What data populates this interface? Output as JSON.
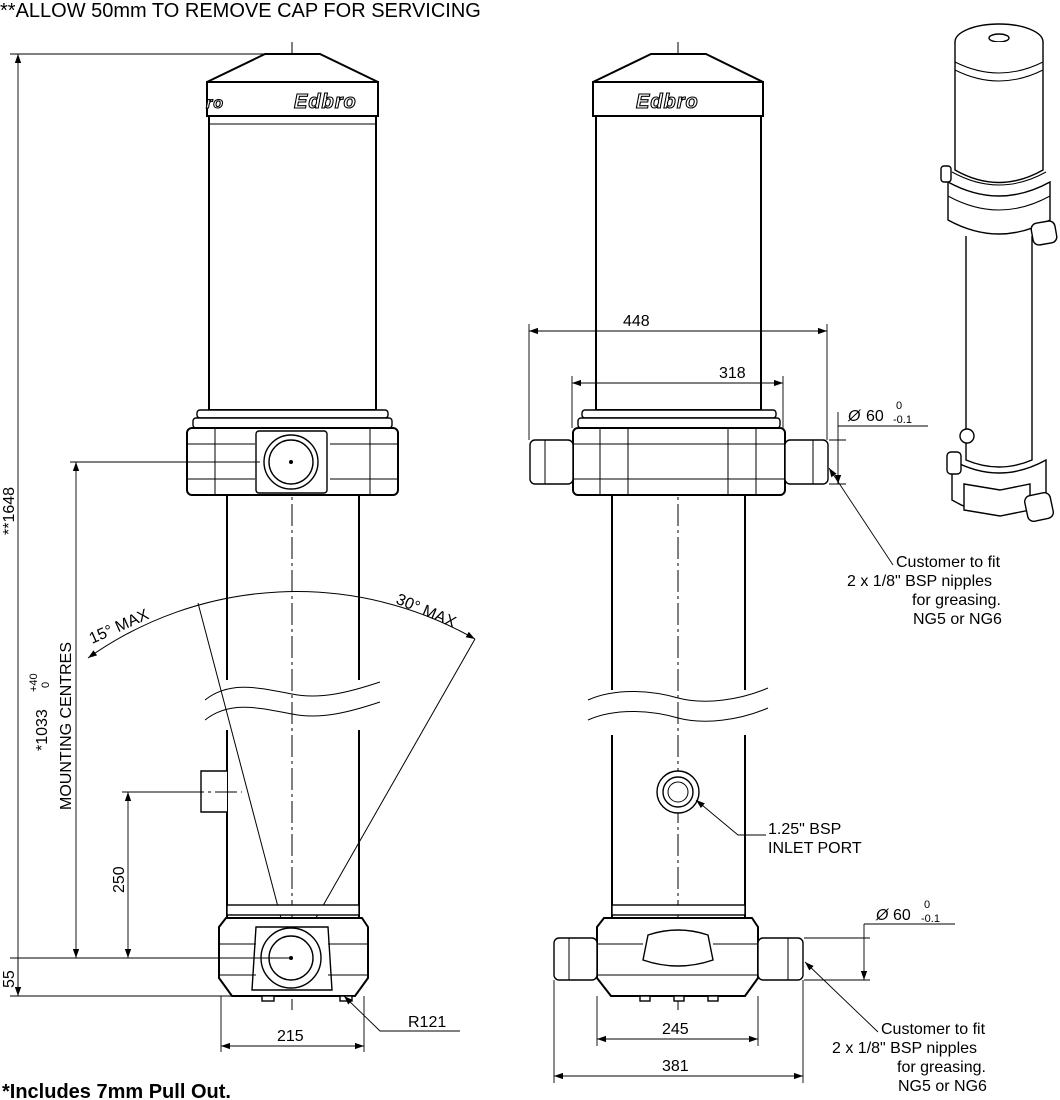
{
  "header_note": "**ALLOW 50mm TO REMOVE CAP FOR SERVICING",
  "footer_note": "*Includes 7mm Pull Out.",
  "brand": "Edbro",
  "brand_partial": "ro",
  "dimensions": {
    "overall_height": "**1648",
    "mounting_centres_value": "*1033",
    "mounting_tol_upper": "+40",
    "mounting_tol_lower": "0",
    "mounting_centres_label": "MOUNTING CENTRES",
    "inlet_height": "250",
    "base_offset": "55",
    "base_width_side": "215",
    "radius": "R121",
    "collar_width": "448",
    "collar_inner": "318",
    "pin_dia_top": "60",
    "pin_dia_bottom": "60",
    "tol_upper": "0",
    "tol_lower": "-0.1",
    "base_width_front": "245",
    "pin_span": "381"
  },
  "angles": {
    "left": "15° MAX",
    "right": "30° MAX"
  },
  "notes": {
    "greasing_top": [
      "Customer to fit",
      "2 x 1/8\" BSP nipples",
      "for greasing.",
      "NG5 or NG6"
    ],
    "greasing_bottom": [
      "Customer to fit",
      "2 x 1/8\" BSP nipples",
      "for greasing.",
      "NG5 or NG6"
    ],
    "inlet": [
      "1.25\" BSP",
      "INLET PORT"
    ]
  },
  "symbols": {
    "diameter": "Ø"
  }
}
